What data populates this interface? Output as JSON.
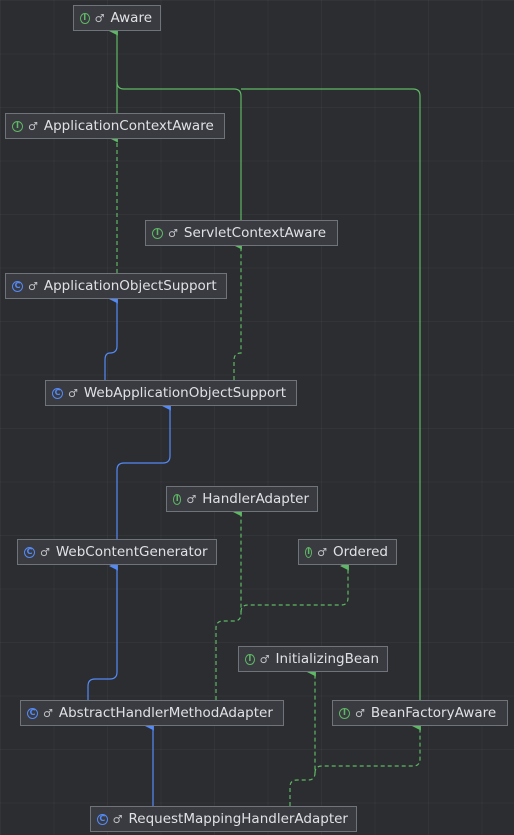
{
  "colors": {
    "background": "#2b2d30",
    "node_fill": "#393b40",
    "node_border": "#6f737a",
    "interface_icon": "#5fb865",
    "class_icon": "#548af7",
    "extends_edge": "#548af7",
    "implements_edge": "#5fb865"
  },
  "nodes": [
    {
      "id": "aware",
      "label": "Aware",
      "kind": "interface",
      "kind_letter": "I",
      "visibility": "♂"
    },
    {
      "id": "application-context-aware",
      "label": "ApplicationContextAware",
      "kind": "interface",
      "kind_letter": "I",
      "visibility": "♂"
    },
    {
      "id": "servlet-context-aware",
      "label": "ServletContextAware",
      "kind": "interface",
      "kind_letter": "I",
      "visibility": "♂"
    },
    {
      "id": "application-object-support",
      "label": "ApplicationObjectSupport",
      "kind": "class",
      "kind_letter": "C",
      "visibility": "♂"
    },
    {
      "id": "web-application-object-support",
      "label": "WebApplicationObjectSupport",
      "kind": "class",
      "kind_letter": "C",
      "visibility": "♂"
    },
    {
      "id": "handler-adapter",
      "label": "HandlerAdapter",
      "kind": "interface",
      "kind_letter": "I",
      "visibility": "♂"
    },
    {
      "id": "web-content-generator",
      "label": "WebContentGenerator",
      "kind": "class",
      "kind_letter": "C",
      "visibility": "♂"
    },
    {
      "id": "ordered",
      "label": "Ordered",
      "kind": "interface",
      "kind_letter": "I",
      "visibility": "♂"
    },
    {
      "id": "initializing-bean",
      "label": "InitializingBean",
      "kind": "interface",
      "kind_letter": "I",
      "visibility": "♂"
    },
    {
      "id": "abstract-handler-method-adapter",
      "label": "AbstractHandlerMethodAdapter",
      "kind": "class",
      "kind_letter": "C",
      "visibility": "♂"
    },
    {
      "id": "bean-factory-aware",
      "label": "BeanFactoryAware",
      "kind": "interface",
      "kind_letter": "I",
      "visibility": "♂"
    },
    {
      "id": "request-mapping-handler-adapter",
      "label": "RequestMappingHandlerAdapter",
      "kind": "class",
      "kind_letter": "C",
      "visibility": "♂"
    }
  ],
  "edges": [
    {
      "from": "application-context-aware",
      "to": "aware",
      "type": "extends-interface"
    },
    {
      "from": "servlet-context-aware",
      "to": "aware",
      "type": "extends-interface"
    },
    {
      "from": "bean-factory-aware",
      "to": "aware",
      "type": "extends-interface"
    },
    {
      "from": "application-object-support",
      "to": "application-context-aware",
      "type": "implements"
    },
    {
      "from": "web-application-object-support",
      "to": "application-object-support",
      "type": "extends"
    },
    {
      "from": "web-application-object-support",
      "to": "servlet-context-aware",
      "type": "implements"
    },
    {
      "from": "web-content-generator",
      "to": "web-application-object-support",
      "type": "extends"
    },
    {
      "from": "abstract-handler-method-adapter",
      "to": "web-content-generator",
      "type": "extends"
    },
    {
      "from": "abstract-handler-method-adapter",
      "to": "handler-adapter",
      "type": "implements"
    },
    {
      "from": "abstract-handler-method-adapter",
      "to": "ordered",
      "type": "implements"
    },
    {
      "from": "request-mapping-handler-adapter",
      "to": "abstract-handler-method-adapter",
      "type": "extends"
    },
    {
      "from": "request-mapping-handler-adapter",
      "to": "initializing-bean",
      "type": "implements"
    },
    {
      "from": "request-mapping-handler-adapter",
      "to": "bean-factory-aware",
      "type": "implements"
    }
  ]
}
